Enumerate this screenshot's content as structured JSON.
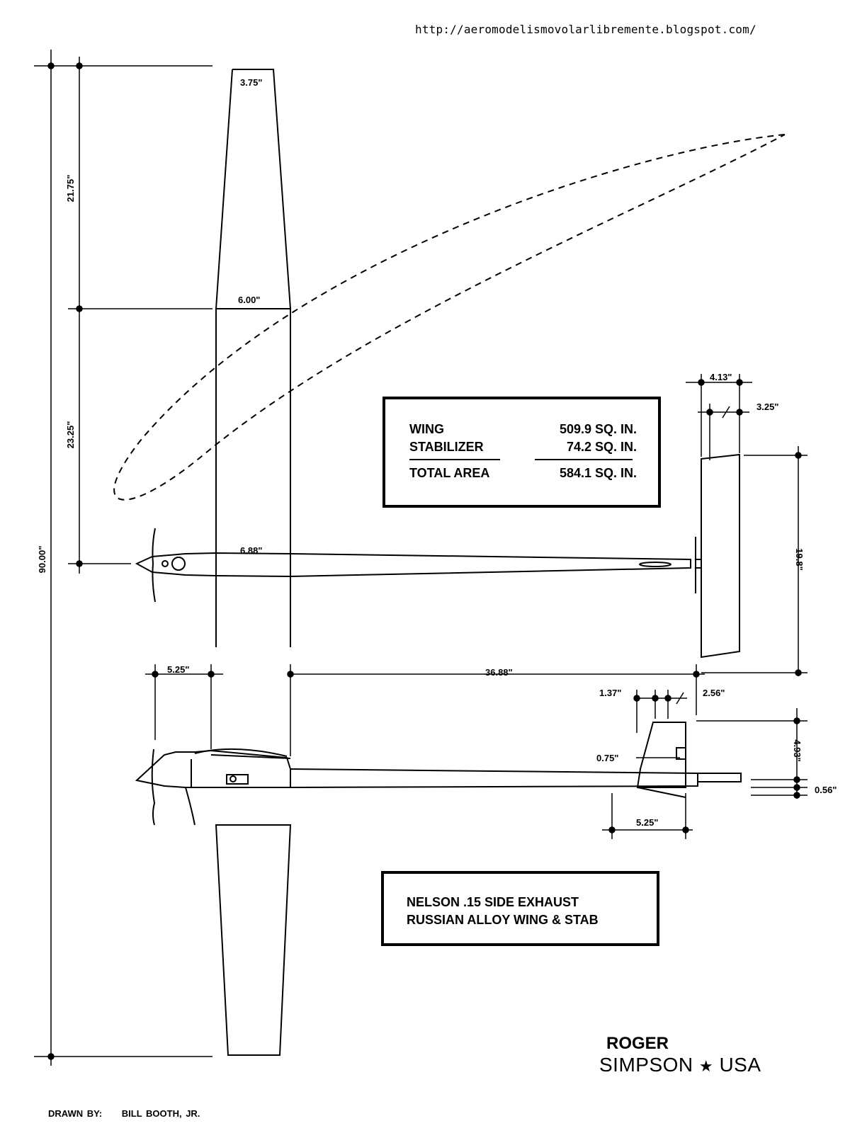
{
  "source_url": "http://aeromodelismovolarlibremente.blogspot.com/",
  "dimensions": {
    "span": "90.00\"",
    "tip_span": "21.75\"",
    "inner_span": "23.25\"",
    "tip_chord": "3.75\"",
    "mid_chord": "6.00\"",
    "root_chord": "6.88\"",
    "stab_chord": "4.13\"",
    "stab_tip": "3.25\"",
    "stab_span": "19.8\"",
    "nose": "5.25\"",
    "moment_arm": "36.88\"",
    "fin_top": "1.37\"",
    "fin_chord": "2.56\"",
    "fin_height": "4.93\"",
    "rudder": "0.75\"",
    "boom_depth": "0.56\"",
    "fin_base": "5.25\""
  },
  "area_table": {
    "rows": [
      {
        "label": "WING",
        "value": "509.9 SQ. IN."
      },
      {
        "label": "STABILIZER",
        "value": "74.2 SQ. IN."
      }
    ],
    "total_label": "TOTAL AREA",
    "total_value": "584.1 SQ. IN."
  },
  "engine_notes": {
    "line1": "NELSON .15 SIDE EXHAUST",
    "line2": "RUSSIAN ALLOY WING & STAB"
  },
  "author": {
    "first": "ROGER",
    "last": "SIMPSON",
    "star": "★",
    "country": "USA"
  },
  "credits": {
    "label": "DRAWN BY:",
    "name": "BILL BOOTH, JR."
  }
}
